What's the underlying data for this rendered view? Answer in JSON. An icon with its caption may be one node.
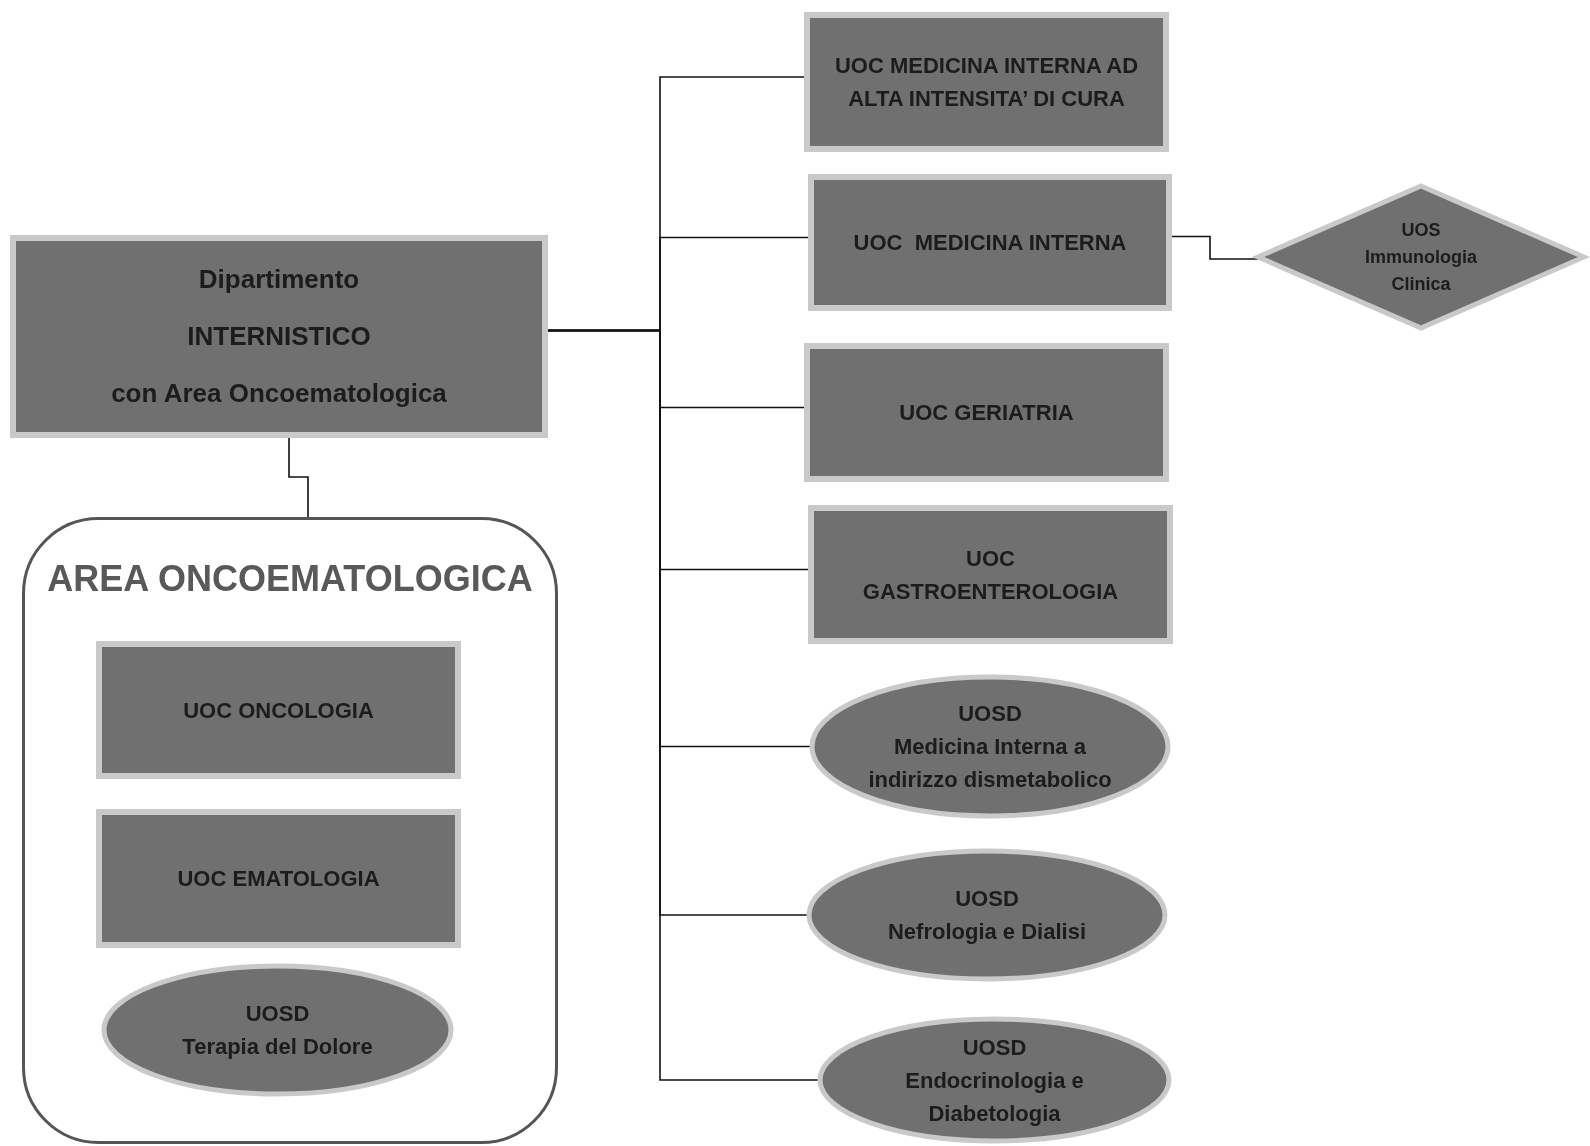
{
  "diagram": {
    "nodes": [
      {
        "text": [
          "Dipartimento",
          "INTERNISTICO",
          "con Area Oncoematologica"
        ]
      },
      {
        "text": [
          "AREA ONCOEMATOLOGICA"
        ]
      },
      {
        "text": [
          "UOC ONCOLOGIA"
        ],
        "in": 1
      },
      {
        "text": [
          "UOC EMATOLOGIA"
        ],
        "in": 1
      },
      {
        "text": [
          "UOSD",
          "Terapia del Dolore"
        ],
        "in": 1
      },
      {
        "text": [
          "UOC MEDICINA INTERNA AD ALTA INTENSITA’ DI CURA"
        ]
      },
      {
        "text": [
          "UOC  MEDICINA INTERNA"
        ]
      },
      {
        "text": [
          "UOS",
          "Immunologia Clinica"
        ]
      },
      {
        "text": [
          "UOC GERIATRIA"
        ]
      },
      {
        "text": [
          "UOC",
          "GASTROENTEROLOGIA"
        ]
      },
      {
        "text": [
          "UOSD",
          "Medicina Interna a indirizzo dismetabolico"
        ]
      },
      {
        "text": [
          "UOSD",
          "Nefrologia e Dialisi"
        ]
      },
      {
        "text": [
          "UOSD",
          "Endocrinologia e Diabetologia"
        ]
      }
    ],
    "edges": [
      {
        "from": 0,
        "to": 1,
        "arrow": "none"
      },
      {
        "from": 0,
        "to": 5,
        "arrow": "none"
      },
      {
        "from": 0,
        "to": 6,
        "arrow": "none"
      },
      {
        "from": 6,
        "to": 7,
        "arrow": "none"
      },
      {
        "from": 0,
        "to": 8,
        "arrow": "none"
      },
      {
        "from": 0,
        "to": 9,
        "arrow": "none"
      },
      {
        "from": 0,
        "to": 10,
        "arrow": "none"
      },
      {
        "from": 0,
        "to": 11,
        "arrow": "none"
      },
      {
        "from": 0,
        "to": 12,
        "arrow": "none"
      }
    ]
  }
}
